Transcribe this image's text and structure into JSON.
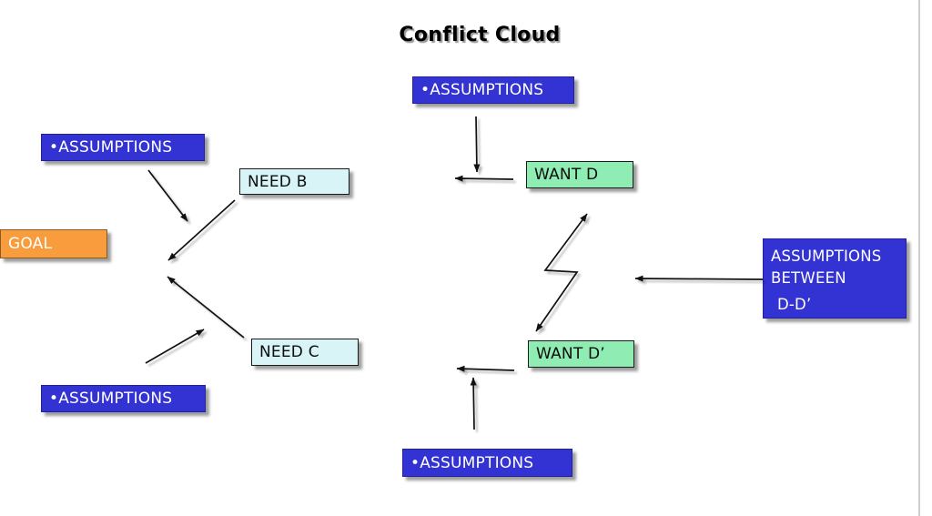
{
  "title": "Conflict Cloud",
  "colors": {
    "assumption_blue": "#3332d2",
    "goal_orange": "#f89c3e",
    "need_cyan": "#d8f4f7",
    "want_green": "#8fedb4",
    "arrow_black": "#111111"
  },
  "nodes": {
    "assumptions_top_center": {
      "label": "•ASSUMPTIONS"
    },
    "assumptions_top_left": {
      "label": "•ASSUMPTIONS"
    },
    "need_b": {
      "label": "NEED B"
    },
    "goal": {
      "label": "GOAL"
    },
    "want_d": {
      "label": "WANT D"
    },
    "assumptions_between": {
      "lines": [
        "ASSUMPTIONS",
        "BETWEEN",
        "D-D’"
      ]
    },
    "need_c": {
      "label": "NEED C"
    },
    "want_d_prime": {
      "label": "WANT D’"
    },
    "assumptions_bottom_left": {
      "label": "•ASSUMPTIONS"
    },
    "assumptions_bottom_center": {
      "label": "•ASSUMPTIONS"
    }
  }
}
